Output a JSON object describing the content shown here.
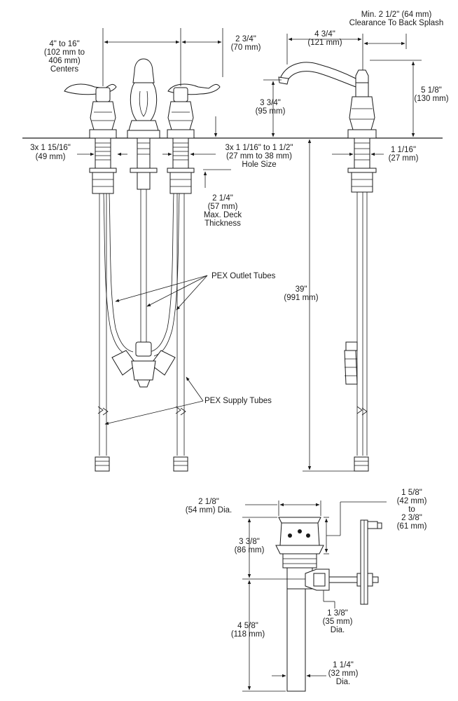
{
  "labels": {
    "min_clearance_1": "Min. 2 1/2\" (64 mm)",
    "min_clearance_2": "Clearance To Back Splash",
    "spout_reach_1": "4 3/4\"",
    "spout_reach_2": "(121 mm)",
    "centers_1": "4\" to 16\"",
    "centers_2": "(102 mm to",
    "centers_3": "406 mm)",
    "centers_4": "Centers",
    "handle_offset_1": "2 3/4\"",
    "handle_offset_2": "(70 mm)",
    "spout_height_1": "3 3/4\"",
    "spout_height_2": "(95 mm)",
    "overall_height_1": "5 1/8\"",
    "overall_height_2": "(130 mm)",
    "shank_dia_1": "3x 1 15/16\"",
    "shank_dia_2": "(49 mm)",
    "hole_size_1": "3x 1 1/16\" to 1 1/2\"",
    "hole_size_2": "(27 mm to 38 mm)",
    "hole_size_3": "Hole Size",
    "side_shank_1": "1 1/16\"",
    "side_shank_2": "(27 mm)",
    "deck_1": "2 1/4\"",
    "deck_2": "(57 mm)",
    "deck_3": "Max. Deck",
    "deck_4": "Thickness",
    "pex_outlet": "PEX Outlet Tubes",
    "tube_length_1": "39\"",
    "tube_length_2": "(991 mm)",
    "pex_supply": "PEX Supply Tubes",
    "drain_dia_1": "2 1/8\"",
    "drain_dia_2": "(54 mm) Dia.",
    "drain_flange_1": "1 5/8\"",
    "drain_flange_2": "(42 mm)",
    "drain_flange_3": "to",
    "drain_flange_4": "2 3/8\"",
    "drain_flange_5": "(61 mm)",
    "drain_height_1": "3 3/8\"",
    "drain_height_2": "(86 mm)",
    "drain_tail_1": "4 5/8\"",
    "drain_tail_2": "(118 mm)",
    "pivot_dia_1": "1 3/8\"",
    "pivot_dia_2": "(35 mm)",
    "pivot_dia_3": "Dia.",
    "tail_dia_1": "1 1/4\"",
    "tail_dia_2": "(32 mm)",
    "tail_dia_3": "Dia."
  }
}
